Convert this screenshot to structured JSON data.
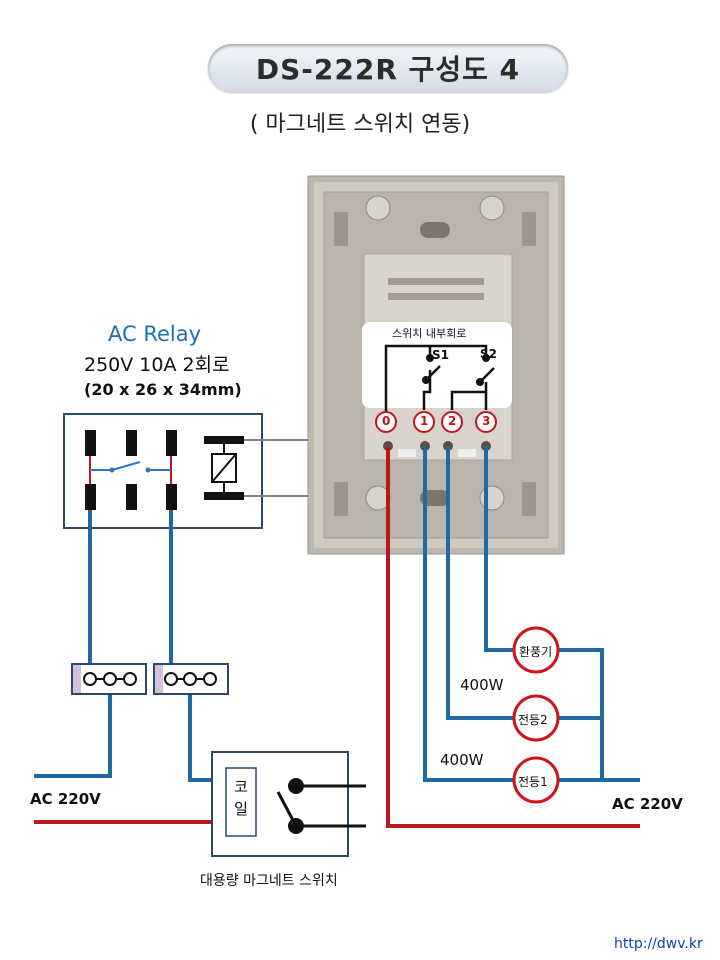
{
  "header": {
    "title": "DS-222R 구성도 4",
    "subtitle": "( 마그네트 스위치 연동)"
  },
  "relay": {
    "name": "AC Relay",
    "rating": "250V 10A 2회로",
    "size": "(20 x 26 x 34mm)"
  },
  "switch_panel": {
    "circuit_label": "스위치 내부회로",
    "switch1": "S1",
    "switch2": "S2",
    "terminals": [
      "0",
      "1",
      "2",
      "3"
    ]
  },
  "loads": {
    "fan": "환풍기",
    "light2": "전등2",
    "light1": "전등1",
    "power2": "400W",
    "power1": "400W"
  },
  "power": {
    "left": "AC 220V",
    "right": "AC 220V"
  },
  "magnetic_switch": {
    "coil": "코일",
    "caption": "대용량 마그네트 스위치"
  },
  "footer": {
    "url": "http://dwv.kr"
  },
  "colors": {
    "wire_blue": "#1f6aa5",
    "wire_red": "#b8171e",
    "relay_title": "#1d6fb4",
    "url": "#0a3fbf"
  }
}
